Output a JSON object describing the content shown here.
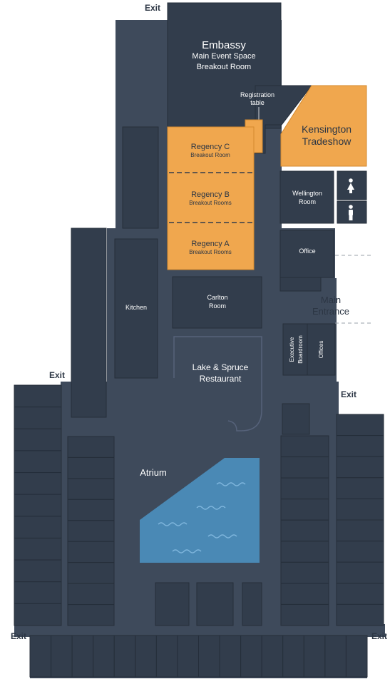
{
  "colors": {
    "floor": "#3e4a5b",
    "room": "#323d4c",
    "room_line": "#252e3a",
    "highlight": "#f0a74e",
    "highlight_line": "#d48a2f",
    "water": "#4a89b5",
    "wave": "#7fb6dd",
    "text_dark": "#2c3644"
  },
  "exits": {
    "top": "Exit",
    "left": "Exit",
    "right": "Exit",
    "bottom_left": "Exit",
    "bottom_right": "Exit"
  },
  "rooms": {
    "embassy": {
      "title": "Embassy",
      "line1": "Main Event Space",
      "line2": "Breakout Room"
    },
    "registration": {
      "line1": "Registration",
      "line2": "table"
    },
    "kensington": {
      "line1": "Kensington",
      "line2": "Tradeshow"
    },
    "regency_c": {
      "title": "Regency C",
      "sub": "Breakout Room"
    },
    "regency_b": {
      "title": "Regency B",
      "sub": "Breakout Rooms"
    },
    "regency_a": {
      "title": "Regency A",
      "sub": "Breakout Rooms"
    },
    "wellington": {
      "line1": "Wellington",
      "line2": "Room"
    },
    "office": "Office",
    "main_entrance": {
      "line1": "Main",
      "line2": "Entrance"
    },
    "kitchen": "Kitchen",
    "carlton": {
      "line1": "Carlton",
      "line2": "Room"
    },
    "lake_spruce": {
      "line1": "Lake & Spruce",
      "line2": "Restaurant"
    },
    "executive_boardroom": {
      "line1": "Executive",
      "line2": "Boardroom"
    },
    "offices": "Offices",
    "atrium": "Atrium"
  },
  "icons": {
    "restroom_women": "woman-icon",
    "restroom_men": "man-icon"
  }
}
